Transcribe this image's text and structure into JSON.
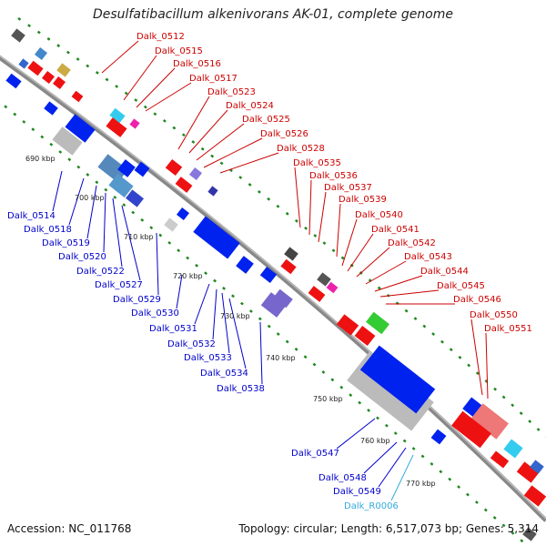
{
  "title": "Desulfatibacillum alkenivorans AK-01, complete genome",
  "accession": "Accession: NC_011768",
  "topology_text": "Topology: circular; Length: 6,517,073 bp; Genes: 5,314",
  "colors": {
    "forward_label": "#cc0000",
    "reverse_label": "#0000cc",
    "rna_label": "#33aadd",
    "backbone": "#888888",
    "kbp_dots": "#228822"
  },
  "kbp_marks": [
    "690 kbp",
    "700 kbp",
    "710 kbp",
    "720 kbp",
    "730 kbp",
    "740 kbp",
    "750 kbp",
    "760 kbp",
    "770 kbp"
  ],
  "forward_genes": [
    "Dalk_0512",
    "Dalk_0515",
    "Dalk_0516",
    "Dalk_0517",
    "Dalk_0523",
    "Dalk_0524",
    "Dalk_0525",
    "Dalk_0526",
    "Dalk_0528",
    "Dalk_0535",
    "Dalk_0536",
    "Dalk_0537",
    "Dalk_0539",
    "Dalk_0540",
    "Dalk_0541",
    "Dalk_0542",
    "Dalk_0543",
    "Dalk_0544",
    "Dalk_0545",
    "Dalk_0546",
    "Dalk_0550",
    "Dalk_0551"
  ],
  "reverse_genes": [
    "Dalk_0514",
    "Dalk_0518",
    "Dalk_0519",
    "Dalk_0520",
    "Dalk_0522",
    "Dalk_0527",
    "Dalk_0529",
    "Dalk_0530",
    "Dalk_0531",
    "Dalk_0532",
    "Dalk_0533",
    "Dalk_0534",
    "Dalk_0538",
    "Dalk_0547",
    "Dalk_0548",
    "Dalk_0549"
  ],
  "rna_genes": [
    "Dalk_R0006"
  ]
}
